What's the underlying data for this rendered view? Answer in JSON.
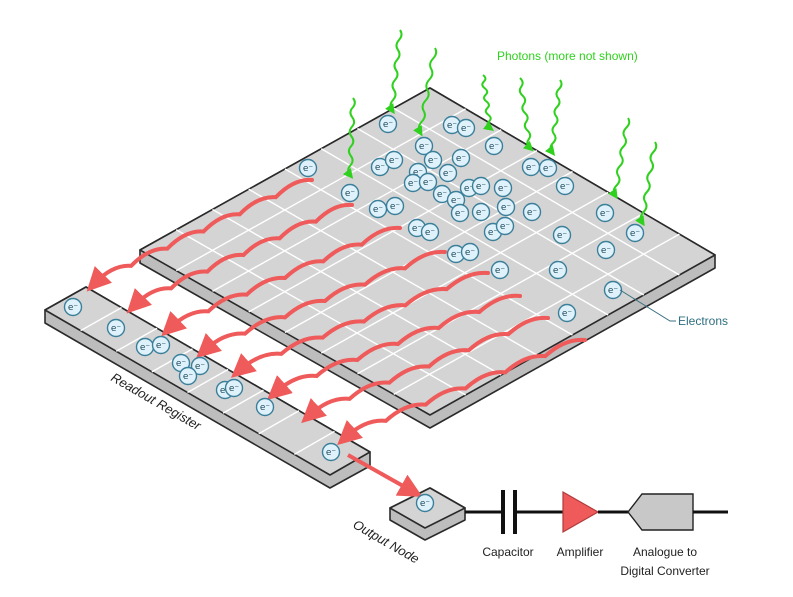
{
  "labels": {
    "photons": "Photons (more not shown)",
    "electrons": "Electrons",
    "readout_register": "Readout Register",
    "output_node": "Output Node",
    "capacitor": "Capacitor",
    "amplifier": "Amplifier",
    "adc_line1": "Analogue to",
    "adc_line2": "Digital Converter"
  },
  "electron_symbol": "e⁻",
  "colors": {
    "grid_fill": "#d4d4d4",
    "grid_edge": "#bdbdbd",
    "cell_line": "#ffffff",
    "outline": "#2a2a2a",
    "photon": "#2fd11e",
    "charge_transfer_arrow": "#ef5a5a",
    "electron_fill": "#dff2fb",
    "electron_stroke": "#3b7f9a",
    "amplifier": "#ef5a5a",
    "adc": "#c8c8c8"
  }
}
